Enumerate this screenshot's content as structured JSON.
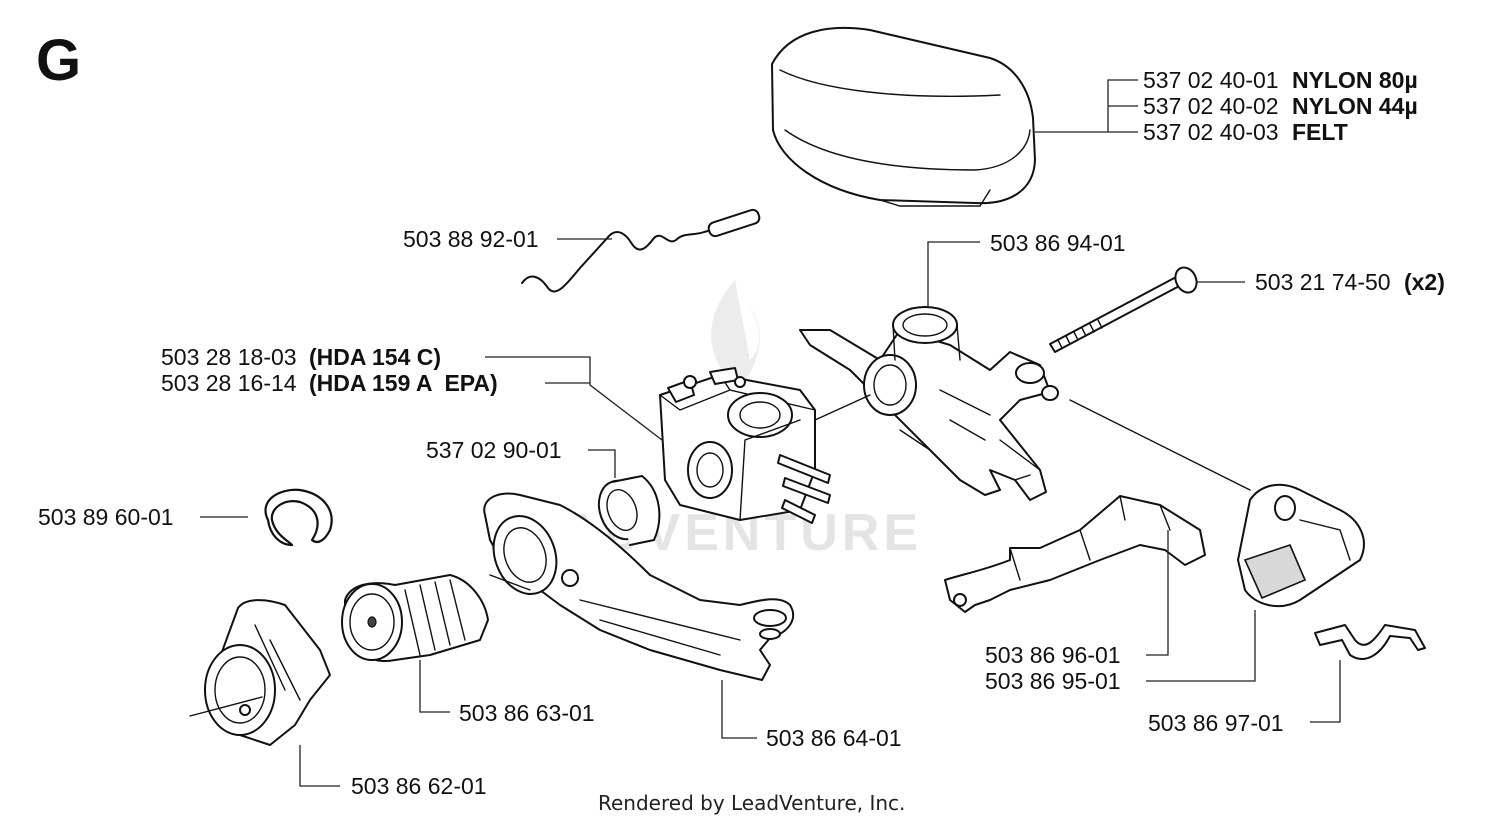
{
  "section_letter": "G",
  "watermark": "LEADVENTURE",
  "footer": "Rendered by LeadVenture, Inc.",
  "labels": {
    "air_filter_80": {
      "number": "537 02 40-01",
      "desc": "NYLON 80µ"
    },
    "air_filter_44": {
      "number": "537 02 40-02",
      "desc": "NYLON 44µ"
    },
    "air_filter_felt": {
      "number": "537 02 40-03",
      "desc": "FELT"
    },
    "wire_link": {
      "number": "503 88 92-01"
    },
    "carb_holder": {
      "number": "503 86 94-01"
    },
    "screw": {
      "number": "503 21 74-50",
      "desc": "(x2)"
    },
    "carb_hda154": {
      "number": "503 28 18-03",
      "desc": "(HDA 154 C)"
    },
    "carb_hda159": {
      "number": "503 28 16-14",
      "desc": "(HDA 159 A  EPA)"
    },
    "sleeve": {
      "number": "537 02 90-01"
    },
    "circlip": {
      "number": "503 89 60-01"
    },
    "bracket_1": {
      "number": "503 86 96-01"
    },
    "bracket_2": {
      "number": "503 86 95-01"
    },
    "spring_clip": {
      "number": "503 86 97-01"
    },
    "intake_boot": {
      "number": "503 86 63-01"
    },
    "intake_flange": {
      "number": "503 86 64-01"
    },
    "intake_cover": {
      "number": "503 86 62-01"
    }
  }
}
